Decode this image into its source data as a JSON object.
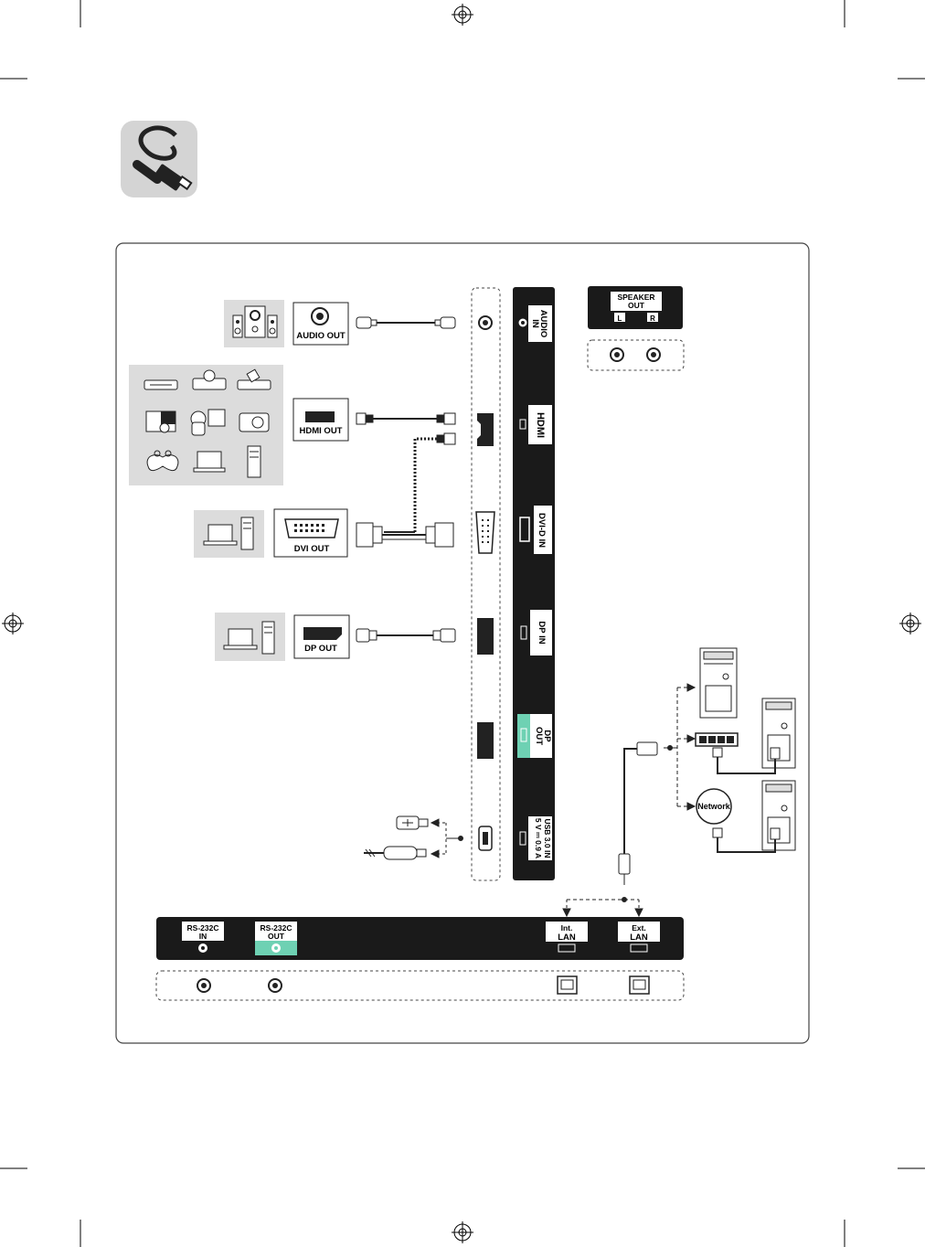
{
  "source_devices": {
    "audio_out": "AUDIO OUT",
    "hdmi_out": "HDMI OUT",
    "dvi_out": "DVI OUT",
    "dp_out": "DP OUT"
  },
  "side_panel": {
    "audio_in": [
      "AUDIO",
      "IN"
    ],
    "hdmi": "HDMI",
    "dvi_d_in": "DVI-D IN",
    "dp_in": "DP IN",
    "dp_out": [
      "DP",
      "OUT"
    ],
    "usb": [
      "USB 3.0 IN",
      "5 V ⎓ 0.9 A"
    ]
  },
  "speaker_panel": {
    "title": [
      "SPEAKER",
      "OUT"
    ],
    "left": "L",
    "right": "R"
  },
  "bottom_panel": {
    "rs232c_in": [
      "RS-232C",
      "IN"
    ],
    "rs232c_out": [
      "RS-232C",
      "OUT"
    ],
    "int_lan": [
      "Int.",
      "LAN"
    ],
    "ext_lan": [
      "Ext.",
      "LAN"
    ]
  },
  "network": {
    "label": "Network"
  },
  "colors": {
    "panel": "#1a1a1a",
    "accent": "#6ed1b3",
    "device_bg": "#dcdcdc",
    "frame": "#444444"
  }
}
